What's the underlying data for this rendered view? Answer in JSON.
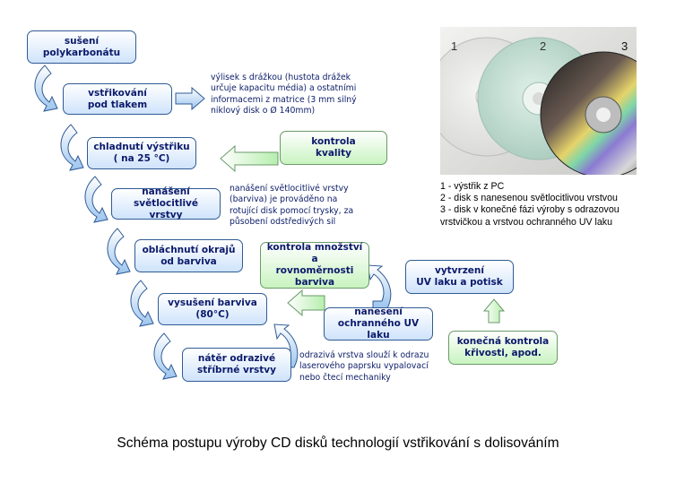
{
  "steps": [
    "sušení\npolykarbonátu",
    "vstřikování\npod tlakem",
    "chladnutí výstřiku\n( na 25 °C)",
    "nanášení\nsvětlocitlivé vrstvy",
    "obláchnutí okrajů\nod barviva",
    "vysušení barviva\n(80°C)",
    "nátěr odrazivé\nstříbrné vrstvy",
    "nanesení\nochranného UV laku",
    "vytvrzení\nUV laku a potisk"
  ],
  "checks": [
    "kontrola\nkvality",
    "kontrola množství a\nrovnoměrnosti\nbarviva",
    "konečná kontrola\nkřivosti, apod."
  ],
  "notes": {
    "injection": "výlisek s drážkou (hustota drážek\nurčuje kapacitu média) a ostatními\ninformacemi z matrice (3 mm silný\nniklový disk o Ø 140mm)",
    "coating": "nanášení světlocitlivé vrstvy\n(barviva) je prováděno na\nrotující disk pomocí trysky, za\npůsobení odstředivých sil",
    "reflective": "odrazivá vrstva slouží k odrazu\nlaserového paprsku vypalovací\nnebo čtecí mechaniky"
  },
  "photo_labels": [
    "1",
    "2",
    "3"
  ],
  "legend": "1 - výstřik z PC\n2 - disk s nanesenou světlocitlivou vrstvou\n3 - disk v konečné fázi výroby s odrazovou\n    vrstvičkou a vrstvou ochranného UV laku",
  "caption": "Schéma postupu výroby CD disků technologií vstřikování s dolisováním",
  "colors": {
    "box_text": "#0b1a6b",
    "box_border": "#2f5b95",
    "blue_fill": "#cfe3fb",
    "green_fill": "#c9f3c0"
  }
}
